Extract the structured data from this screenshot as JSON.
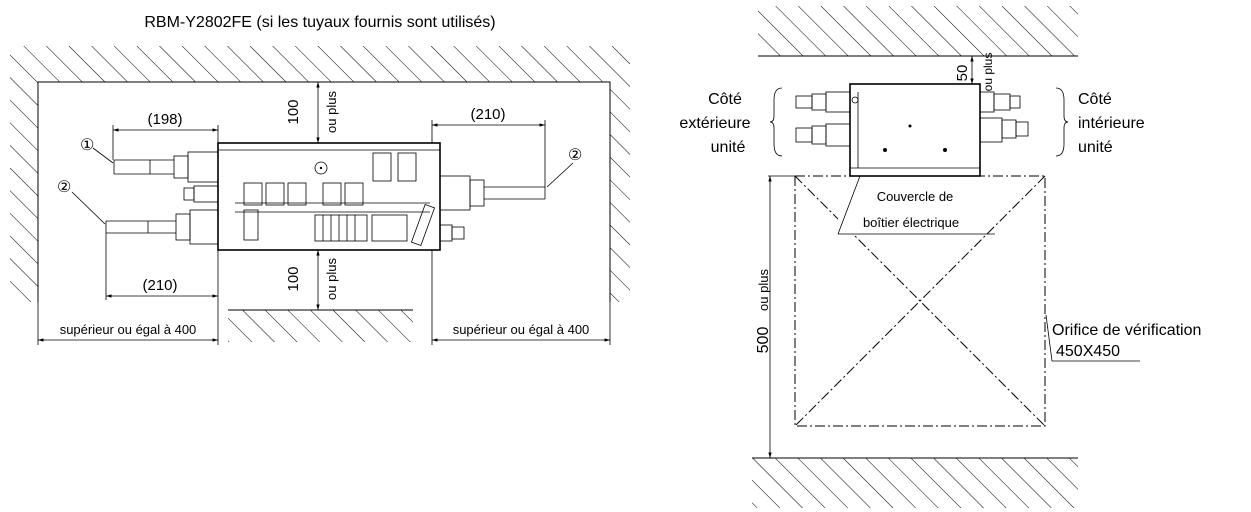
{
  "left": {
    "title": "RBM-Y2802FE (si les tuyaux fournis sont utilisés)",
    "dim_198": "(198)",
    "dim_210_top": "(210)",
    "dim_210_bottom": "(210)",
    "clear_top_value": "100",
    "clear_top_unit": "ou plus",
    "clear_bottom_value": "100",
    "clear_bottom_unit": "ou plus",
    "clear_left": "supérieur ou égal à 400",
    "clear_right": "supérieur ou égal à 400",
    "marker_1": "①",
    "marker_2": "②"
  },
  "right": {
    "clear_top_value": "50",
    "clear_top_unit": "ou plus",
    "outdoor_label": [
      "Côté",
      "extérieure",
      "unité"
    ],
    "indoor_label": [
      "Côté",
      "intérieure",
      "unité"
    ],
    "cover_label": [
      "Couvercle de",
      "boîtier électrique"
    ],
    "clear_side_value": "500",
    "clear_side_unit": "ou plus",
    "inspection_label": "Orifice de vérification",
    "inspection_size": "450X450"
  }
}
